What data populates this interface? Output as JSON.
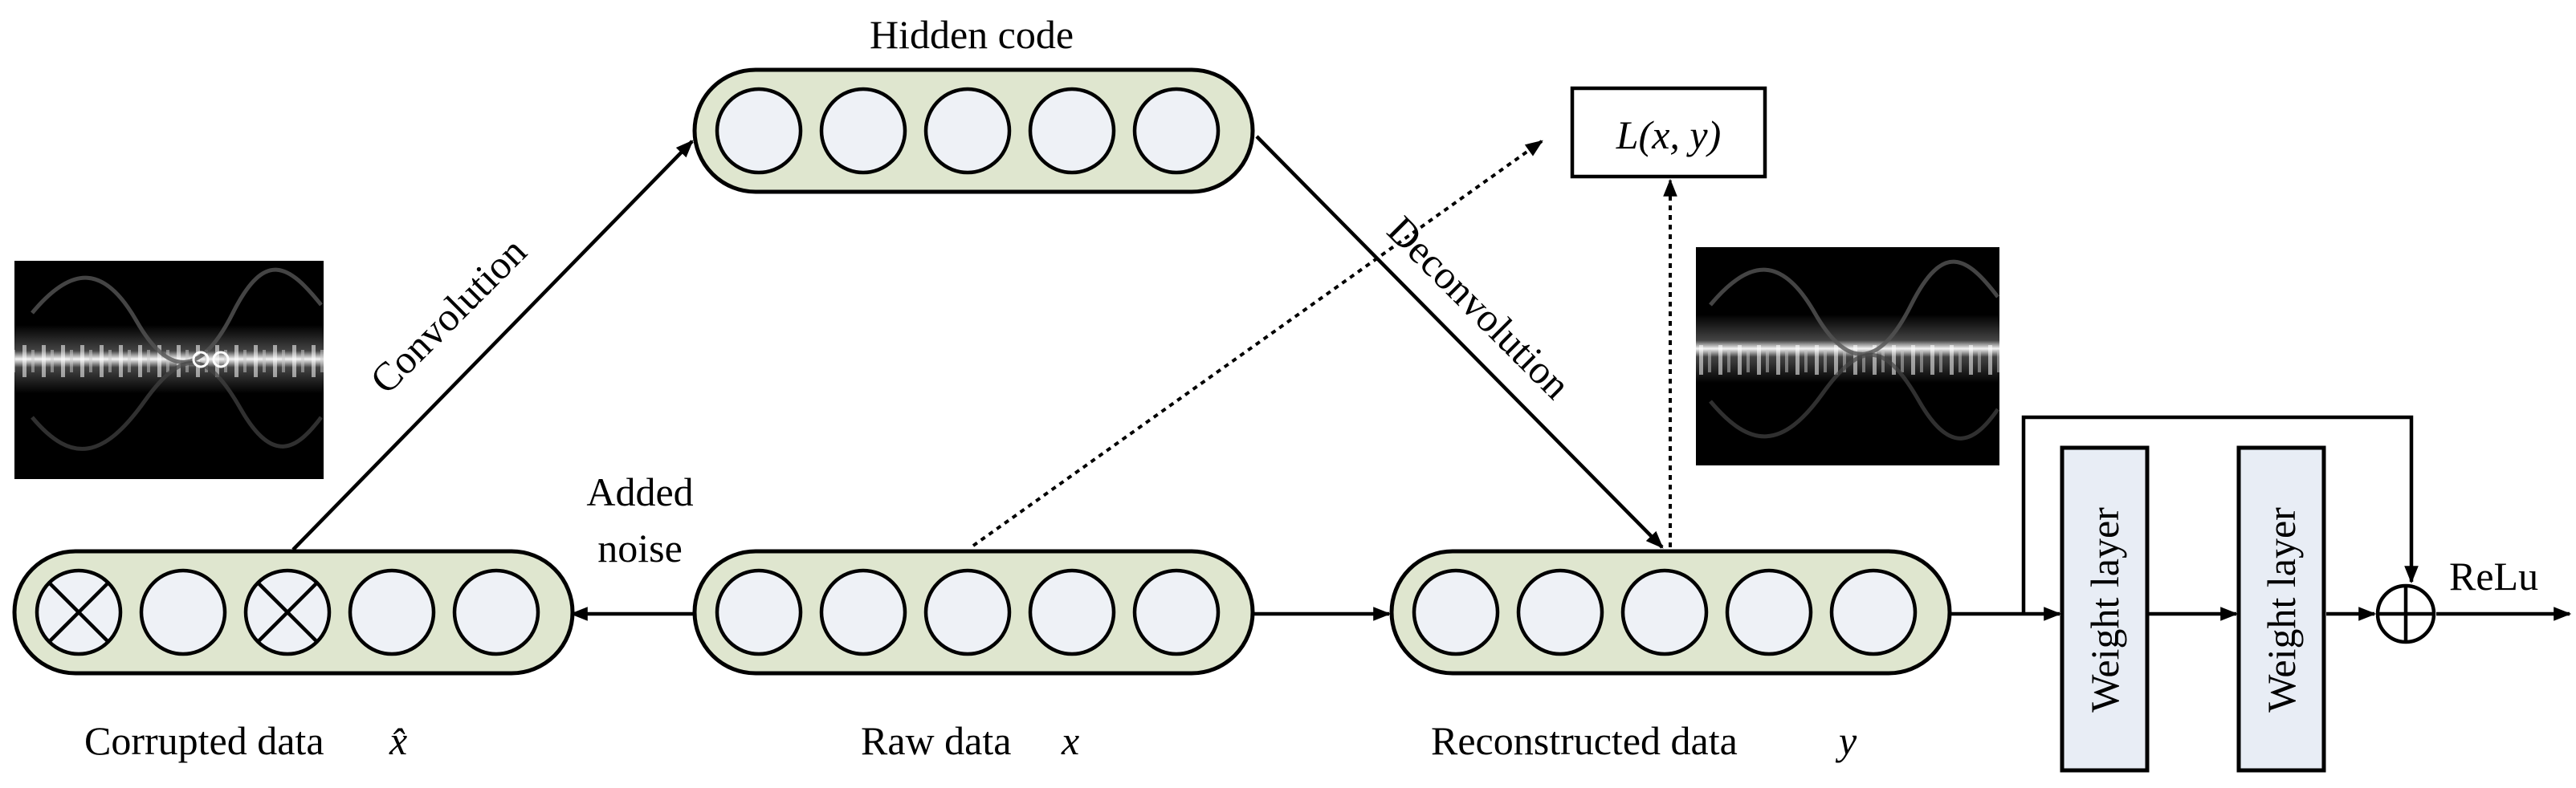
{
  "labels": {
    "hidden_code": "Hidden code",
    "convolution": "Convolution",
    "deconvolution": "Deconvolution",
    "added_noise_line1": "Added",
    "added_noise_line2": "noise",
    "loss": "L(x, y)",
    "corrupted_text": "Corrupted data",
    "corrupted_symbol": "x̂",
    "raw_text": "Raw data",
    "raw_symbol": "x",
    "reconstructed_text": "Reconstructed data",
    "reconstructed_symbol": "y",
    "weight_layer_1": "Weight layer",
    "weight_layer_2": "Weight layer",
    "relu": "ReLu"
  },
  "groups": {
    "corrupted": {
      "nodes": [
        "corrupted",
        "clean",
        "corrupted",
        "clean",
        "clean"
      ]
    },
    "hidden": {
      "nodes": [
        "clean",
        "clean",
        "clean",
        "clean",
        "clean"
      ]
    },
    "raw": {
      "nodes": [
        "clean",
        "clean",
        "clean",
        "clean",
        "clean"
      ]
    },
    "reconstructed": {
      "nodes": [
        "clean",
        "clean",
        "clean",
        "clean",
        "clean"
      ]
    }
  },
  "colors": {
    "pill_fill": "#dfe6cf",
    "node_fill": "#eef1f6",
    "weight_fill": "#e8edf5",
    "signal_bg": "#000000"
  },
  "icons": {
    "signal_images": "spectrogram-image",
    "sum_node": "circle-plus-icon",
    "corrupted_node": "circle-x-icon"
  }
}
